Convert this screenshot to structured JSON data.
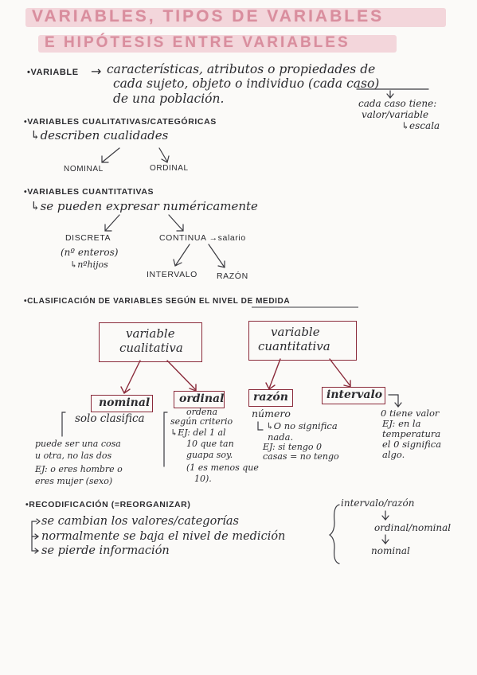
{
  "title": {
    "line1": "VARIABLES, TIPOS DE VARIABLES",
    "line2": "E HIPÓTESIS ENTRE VARIABLES"
  },
  "variable": {
    "heading": "•VARIABLE",
    "arrow": "→",
    "def1": "características, atributos o propiedades de",
    "def2": "cada sujeto, objeto o individuo (cada caso)",
    "def3": "de una población.",
    "note1": "cada caso tiene:",
    "note2": "valor/variable",
    "note3": "↳escala"
  },
  "cualitativas": {
    "heading": "•VARIABLES CUALITATIVAS/CATEGÓRICAS",
    "desc": "↳describen cualidades",
    "nominal": "NOMINAL",
    "ordinal": "ORDINAL"
  },
  "cuantitativas": {
    "heading": "•VARIABLES CUANTITATIVAS",
    "desc": "↳se pueden expresar numéricamente",
    "discreta": "DISCRETA",
    "discreta_sub": "(nº enteros)",
    "discreta_ex": "↳nºhijos",
    "continua": "CONTINUA →salario",
    "intervalo": "INTERVALO",
    "razon": "RAZÓN"
  },
  "clasificacion": {
    "heading": "•CLASIFICACIÓN DE VARIABLES SEGÚN EL NIVEL DE MEDIDA",
    "cual_box_1": "variable",
    "cual_box_2": "cualitativa",
    "cuant_box_1": "variable",
    "cuant_box_2": "cuantitativa",
    "nominal": "nominal",
    "nominal_sub": "solo clasifica",
    "nominal_n1": "puede ser una cosa",
    "nominal_n2": "u otra, no las dos",
    "nominal_n3": "EJ: o eres hombre o",
    "nominal_n4": "eres mujer (sexo)",
    "ordinal": "ordinal",
    "ordinal_s1": "ordena",
    "ordinal_s2": "según criterio",
    "ordinal_s3": "↳EJ: del 1 al",
    "ordinal_s4": "10 que tan",
    "ordinal_s5": "guapa soy.",
    "ordinal_s6": "(1 es menos que",
    "ordinal_s7": "10).",
    "razon": "razón",
    "razon_sub": "número",
    "razon_n1": "↳O no significa",
    "razon_n2": "nada.",
    "razon_n3": "EJ: si tengo 0",
    "razon_n4": "casas = no tengo",
    "intervalo": "intervalo",
    "intervalo_n1": "0 tiene valor",
    "intervalo_n2": "EJ: en la",
    "intervalo_n3": "temperatura",
    "intervalo_n4": "el 0 significa",
    "intervalo_n5": "algo."
  },
  "recodificacion": {
    "heading": "•RECODIFICACIÓN (=REORGANIZAR)",
    "l1": "se cambian los valores/categorías",
    "l2": "normalmente se baja el nivel de medición",
    "l3": "se pierde información",
    "r1": "intervalo/razón",
    "r2": "ordinal/nominal",
    "r3": "nominal"
  }
}
